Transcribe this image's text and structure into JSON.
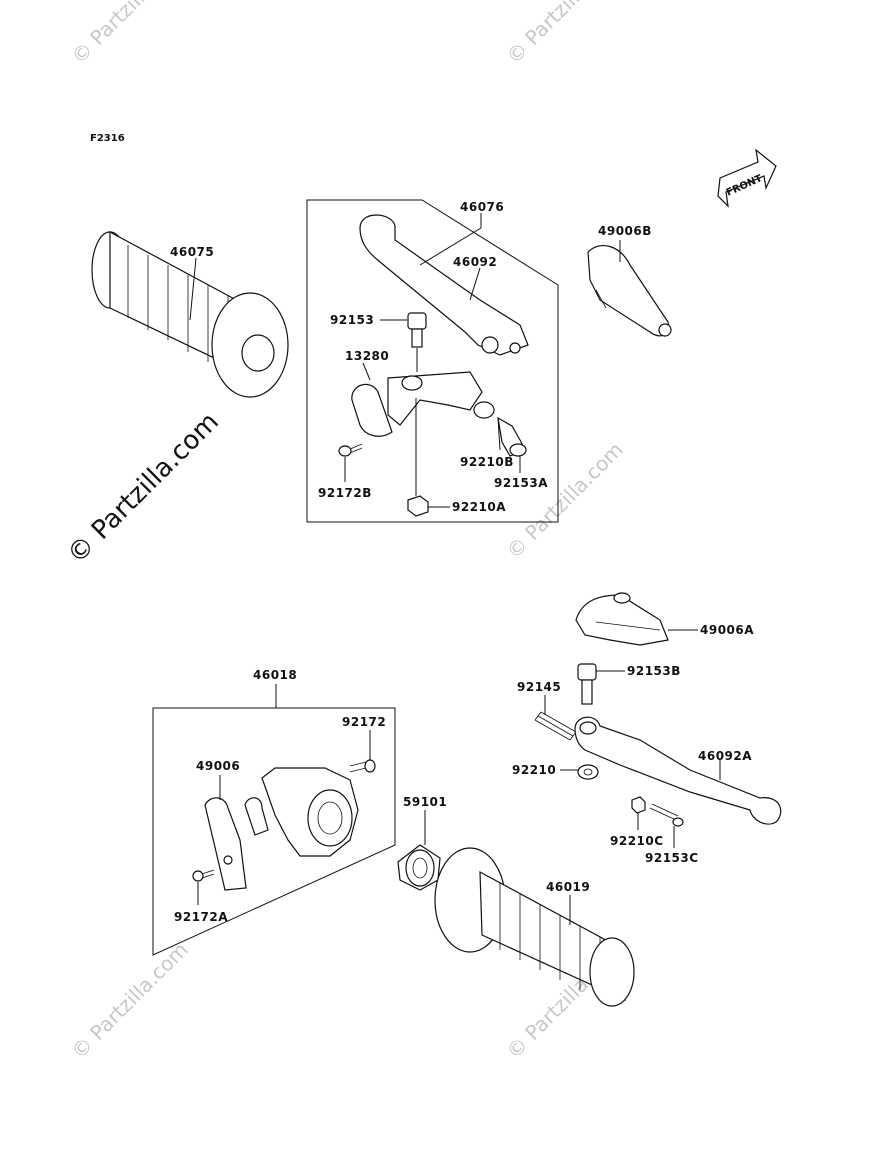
{
  "figure_code": "F2316",
  "front_label": "FRONT",
  "watermark_main": "© Partzilla.com",
  "watermark_small": "© Partzilla.com",
  "parts": {
    "p46075": "46075",
    "p46076": "46076",
    "p46092": "46092",
    "p49006B": "49006B",
    "p92153": "92153",
    "p13280": "13280",
    "p92172B": "92172B",
    "p92210B": "92210B",
    "p92153A": "92153A",
    "p92210A": "92210A",
    "p49006A": "49006A",
    "p92153B": "92153B",
    "p92145": "92145",
    "p46092A": "46092A",
    "p92210": "92210",
    "p92210C": "92210C",
    "p92153C": "92153C",
    "p46018": "46018",
    "p92172": "92172",
    "p49006": "49006",
    "p59101": "59101",
    "p46019": "46019",
    "p92172A": "92172A"
  }
}
